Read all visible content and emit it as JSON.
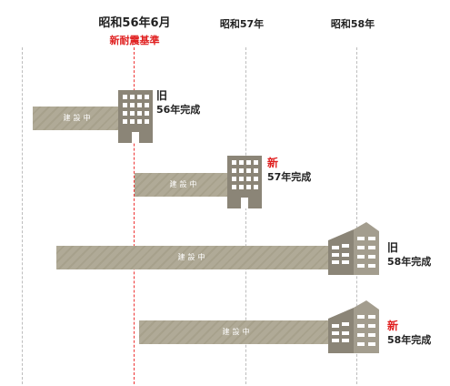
{
  "headers": [
    {
      "main": "昭和56年6月",
      "sub": "新耐震基準"
    },
    {
      "main": "昭和57年"
    },
    {
      "main": "昭和58年"
    }
  ],
  "bar_label": "建設中",
  "rows": [
    {
      "tag": "旧",
      "completion": "56年完成",
      "tag_color": "#222222"
    },
    {
      "tag": "新",
      "completion": "57年完成",
      "tag_color": "#e02020"
    },
    {
      "tag": "旧",
      "completion": "58年完成",
      "tag_color": "#222222"
    },
    {
      "tag": "新",
      "completion": "58年完成",
      "tag_color": "#e02020"
    }
  ],
  "colors": {
    "bar": "#b0aa97",
    "building": "#8b8577",
    "accent": "#e02020"
  }
}
